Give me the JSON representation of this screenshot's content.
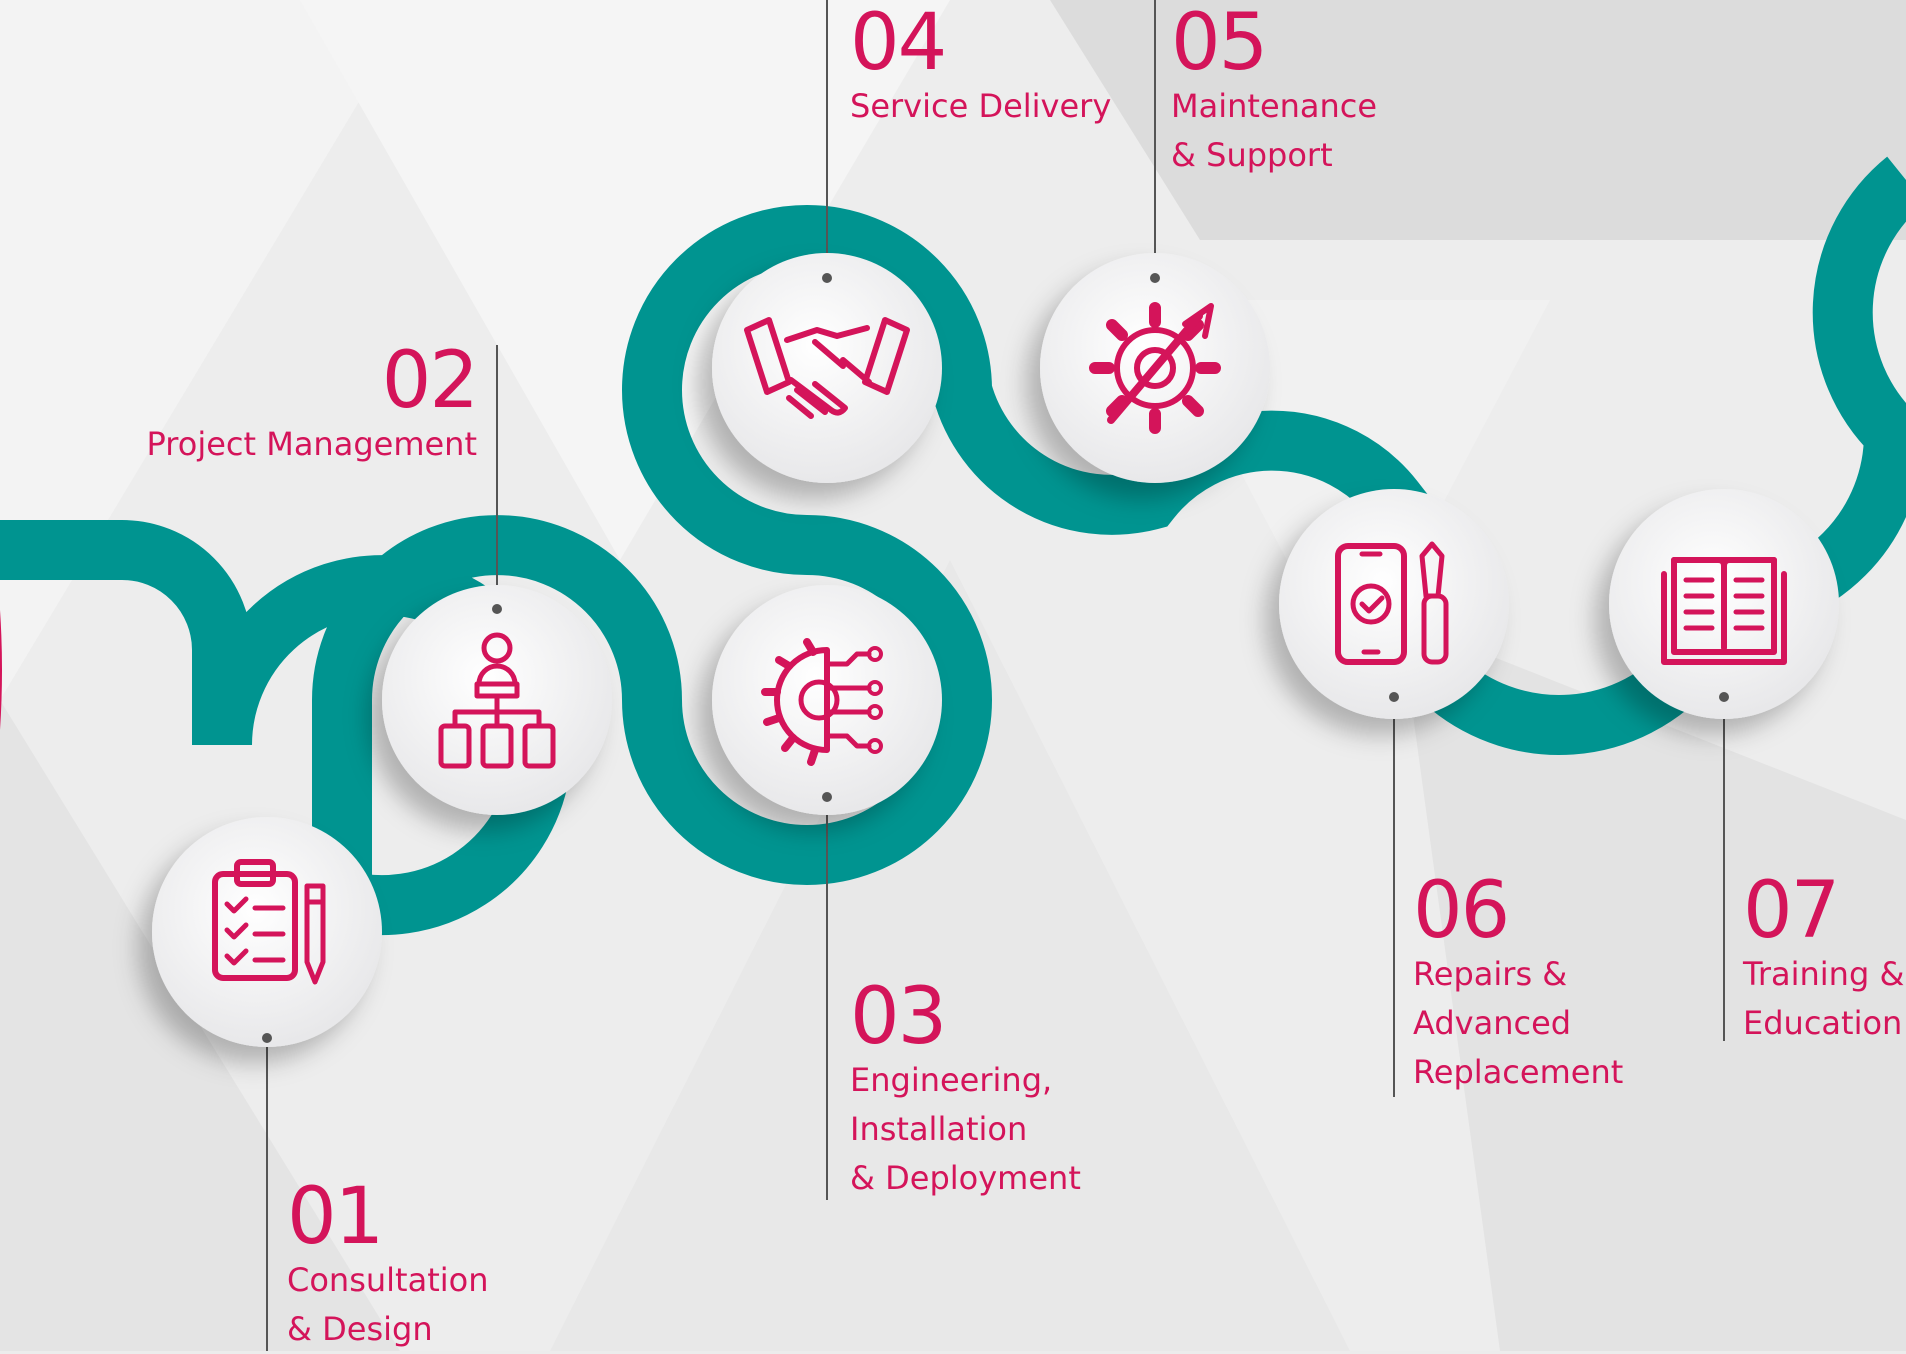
{
  "colors": {
    "accent": "#d4145a",
    "road": "#009490",
    "connector": "#555555",
    "node": "#f4f4f5"
  },
  "steps": [
    {
      "number": "01",
      "lines": [
        "Consultation",
        "& Design"
      ],
      "icon": "clipboard-checklist-icon"
    },
    {
      "number": "02",
      "lines": [
        "Project Management"
      ],
      "icon": "org-chart-icon"
    },
    {
      "number": "03",
      "lines": [
        "Engineering,",
        "Installation",
        "& Deployment"
      ],
      "icon": "circuit-gear-icon"
    },
    {
      "number": "04",
      "lines": [
        "Service Delivery"
      ],
      "icon": "handshake-icon"
    },
    {
      "number": "05",
      "lines": [
        "Maintenance",
        "& Support"
      ],
      "icon": "gear-wrench-icon"
    },
    {
      "number": "06",
      "lines": [
        "Repairs &",
        "Advanced",
        "Replacement"
      ],
      "icon": "phone-screwdriver-icon"
    },
    {
      "number": "07",
      "lines": [
        "Training &",
        "Education"
      ],
      "icon": "open-book-icon"
    }
  ]
}
